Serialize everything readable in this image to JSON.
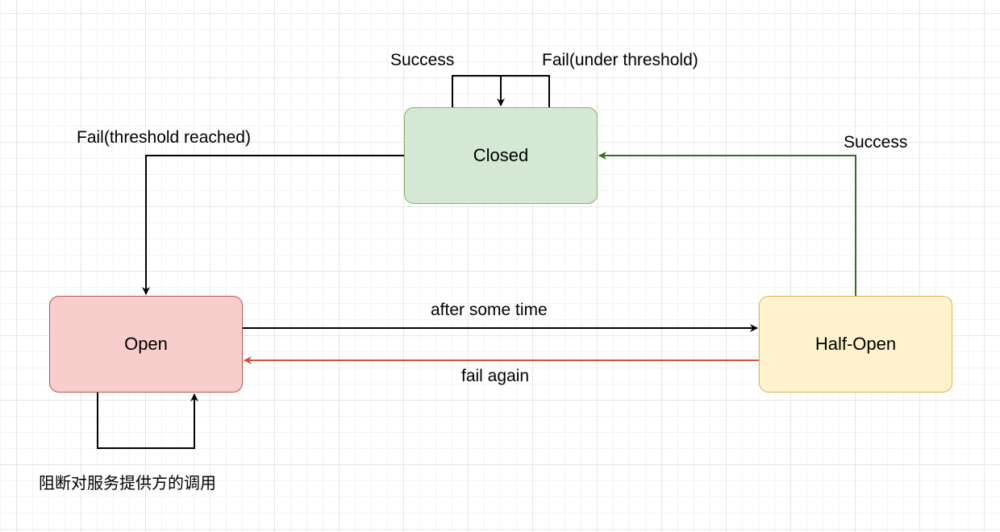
{
  "nodes": {
    "closed": {
      "label": "Closed",
      "fill": "#d5e8d4",
      "stroke": "#82b366"
    },
    "open": {
      "label": "Open",
      "fill": "#f8cecc",
      "stroke": "#b85450"
    },
    "half_open": {
      "label": "Half-Open",
      "fill": "#fff2cc",
      "stroke": "#d6b656"
    }
  },
  "edges": {
    "closed_success_loop": {
      "label": "Success",
      "color": "#000000"
    },
    "closed_fail_under_loop": {
      "label": "Fail(under threshold)",
      "color": "#000000"
    },
    "closed_to_open": {
      "label": "Fail(threshold reached)",
      "color": "#000000"
    },
    "half_open_to_closed": {
      "label": "Success",
      "color": "#3a6b22"
    },
    "open_to_half_open": {
      "label": "after some time",
      "color": "#000000"
    },
    "half_open_to_open": {
      "label": "fail again",
      "color": "#d0513c"
    },
    "open_self_loop": {
      "label": "阻断对服务提供方的调用",
      "color": "#000000"
    }
  }
}
